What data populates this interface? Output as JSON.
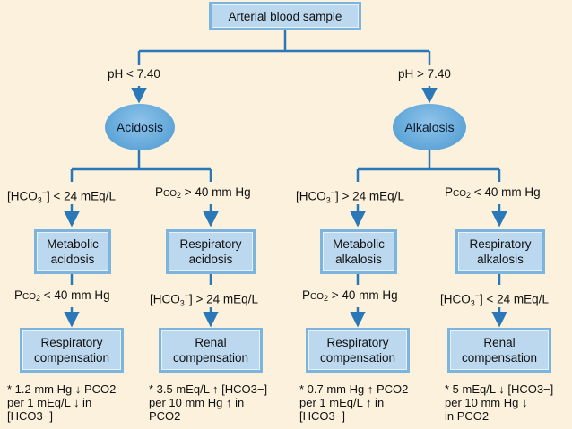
{
  "root": {
    "label": "Arterial blood sample"
  },
  "branches": [
    {
      "condition": "pH < 7.40",
      "state": "Acidosis",
      "children": [
        {
          "condition": "[HCO3−] < 24 mEq/L",
          "disorder_line1": "Metabolic",
          "disorder_line2": "acidosis",
          "compensation_condition": "PCO2 < 40 mm Hg",
          "compensation_line1": "Respiratory",
          "compensation_line2": "compensation",
          "note_lines": [
            "* 1.2 mm Hg ↓ PCO2",
            "per 1 mEq/L ↓ in",
            "[HCO3−]"
          ]
        },
        {
          "condition": "PCO2 > 40 mm Hg",
          "disorder_line1": "Respiratory",
          "disorder_line2": "acidosis",
          "compensation_condition": "[HCO3−] > 24 mEq/L",
          "compensation_line1": "Renal",
          "compensation_line2": "compensation",
          "note_lines": [
            "* 3.5 mEq/L ↑ [HCO3−]",
            "per 10 mm Hg ↑ in",
            "PCO2"
          ]
        }
      ]
    },
    {
      "condition": "pH > 7.40",
      "state": "Alkalosis",
      "children": [
        {
          "condition": "[HCO3−] > 24 mEq/L",
          "disorder_line1": "Metabolic",
          "disorder_line2": "alkalosis",
          "compensation_condition": "PCO2 > 40 mm Hg",
          "compensation_line1": "Respiratory",
          "compensation_line2": "compensation",
          "note_lines": [
            "* 0.7 mm Hg ↑ PCO2",
            "per 1 mEq/L ↑ in",
            "[HCO3−]"
          ]
        },
        {
          "condition": "PCO2 < 40 mm Hg",
          "disorder_line1": "Respiratory",
          "disorder_line2": "alkalosis",
          "compensation_condition": "[HCO3−] < 24 mEq/L",
          "compensation_line1": "Renal",
          "compensation_line2": "compensation",
          "note_lines": [
            "* 5 mEq/L ↓ [HCO3−]",
            "per 10 mm Hg ↓",
            "in PCO2"
          ]
        }
      ]
    }
  ],
  "colors": {
    "background": "#fbf1dc",
    "box_fill": "#bcd8ee",
    "box_border": "#7cb4e0",
    "connector": "#2b78b8",
    "ellipse": "#5fa5d8"
  }
}
